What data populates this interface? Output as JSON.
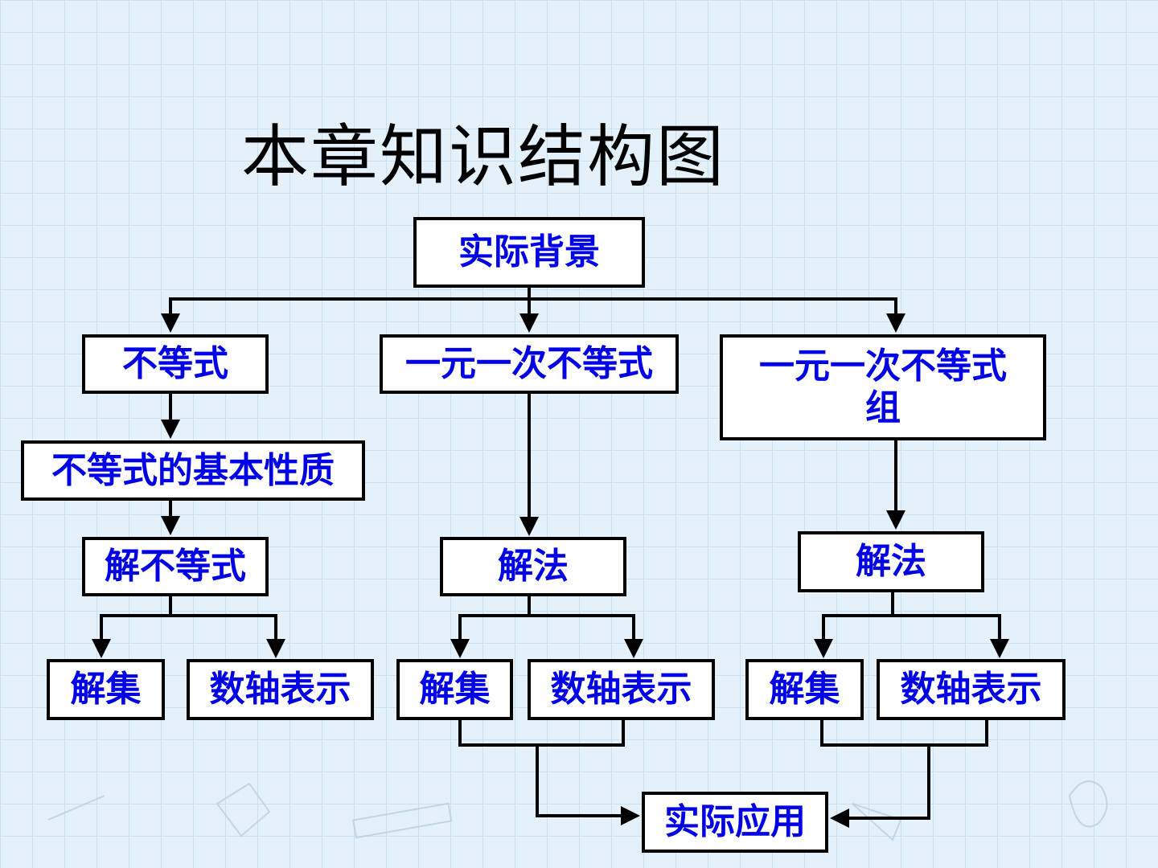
{
  "title": "本章知识结构图",
  "nodes": {
    "background": "实际背景",
    "inequality": "不等式",
    "linear_inequality": "一元一次不等式",
    "system_line1": "一元一次不等式",
    "system_line2": "组",
    "properties": "不等式的基本性质",
    "solve_inequality": "解不等式",
    "method_mid": "解法",
    "method_right": "解法",
    "solution_set_left": "解集",
    "number_line_left": "数轴表示",
    "solution_set_mid": "解集",
    "number_line_mid": "数轴表示",
    "solution_set_right": "解集",
    "number_line_right": "数轴表示",
    "application": "实际应用"
  },
  "colors": {
    "text": "#0000e6",
    "border": "#000000",
    "grid": "#c9e0f2",
    "background": "#e4f1fb"
  }
}
